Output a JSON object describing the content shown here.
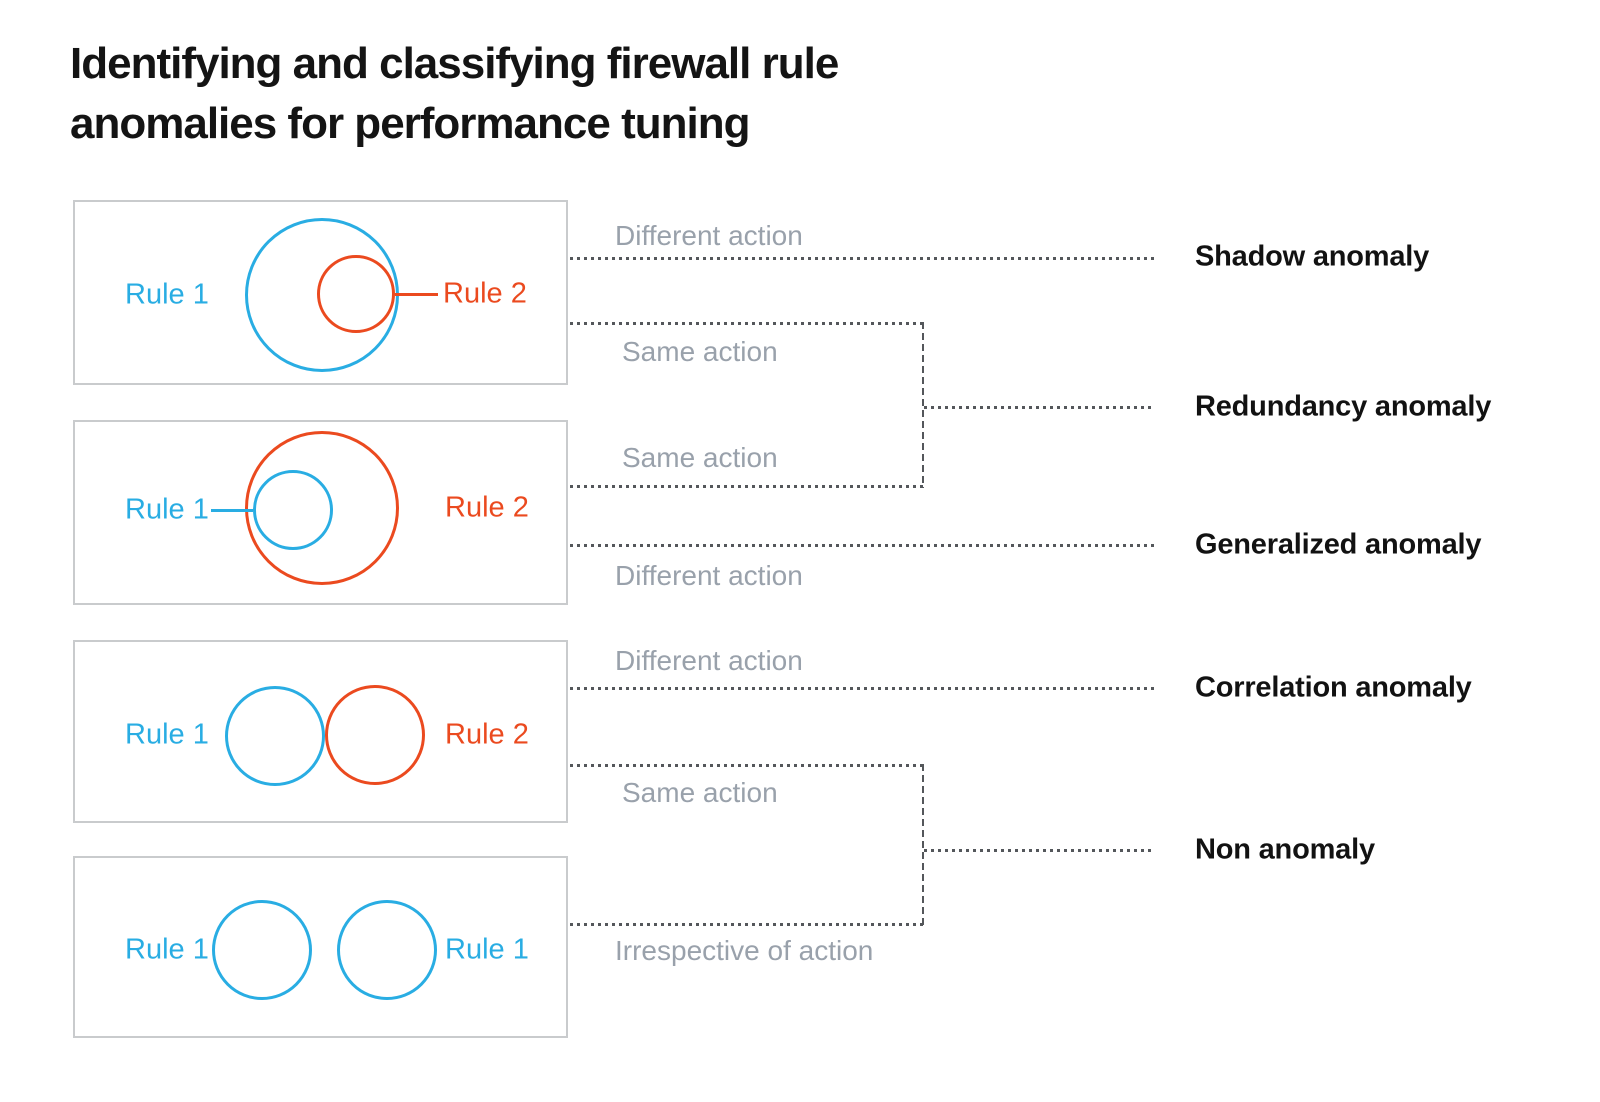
{
  "title": {
    "lines": [
      "Identifying and classifying firewall rule",
      "anomalies for performance tuning"
    ]
  },
  "colors": {
    "rule1": "#29ade3",
    "rule2": "#eb4a1f",
    "action-text": "#99a1ab",
    "anomaly-text": "#121212",
    "box-border": "#c9cbcd",
    "line": "#54575b"
  },
  "boxes": [
    {
      "id": "shadow",
      "rule_left": "Rule 1",
      "rule_right": "Rule 2"
    },
    {
      "id": "generalized",
      "rule_left": "Rule 1",
      "rule_right": "Rule 2"
    },
    {
      "id": "correlation",
      "rule_left": "Rule 1",
      "rule_right": "Rule 2"
    },
    {
      "id": "non-anomaly",
      "rule_left": "Rule 1",
      "rule_right": "Rule 1"
    }
  ],
  "actions": [
    {
      "text": "Different action"
    },
    {
      "text": "Same action"
    },
    {
      "text": "Same action"
    },
    {
      "text": "Different action"
    },
    {
      "text": "Different action"
    },
    {
      "text": "Same action"
    },
    {
      "text": "Irrespective of action"
    }
  ],
  "anomalies": [
    {
      "label": "Shadow anomaly"
    },
    {
      "label": "Redundancy anomaly"
    },
    {
      "label": "Generalized anomaly"
    },
    {
      "label": "Correlation anomaly"
    },
    {
      "label": "Non anomaly"
    }
  ]
}
